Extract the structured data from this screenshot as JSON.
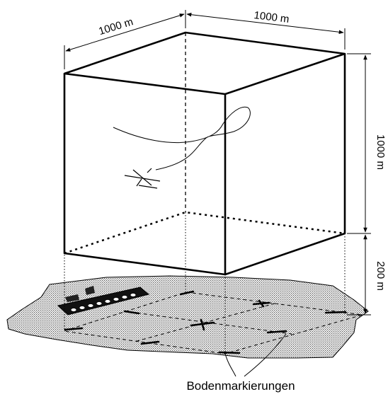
{
  "dimensions": {
    "width_front": "1000 m",
    "width_side": "1000 m",
    "height": "1000 m",
    "ground_clearance": "200 m"
  },
  "caption": "Bodenmarkierungen",
  "colors": {
    "line": "#000000",
    "ground_fill": "#d8d8d8",
    "background": "#ffffff"
  },
  "icons": [
    "glider-icon",
    "winch-icon"
  ]
}
